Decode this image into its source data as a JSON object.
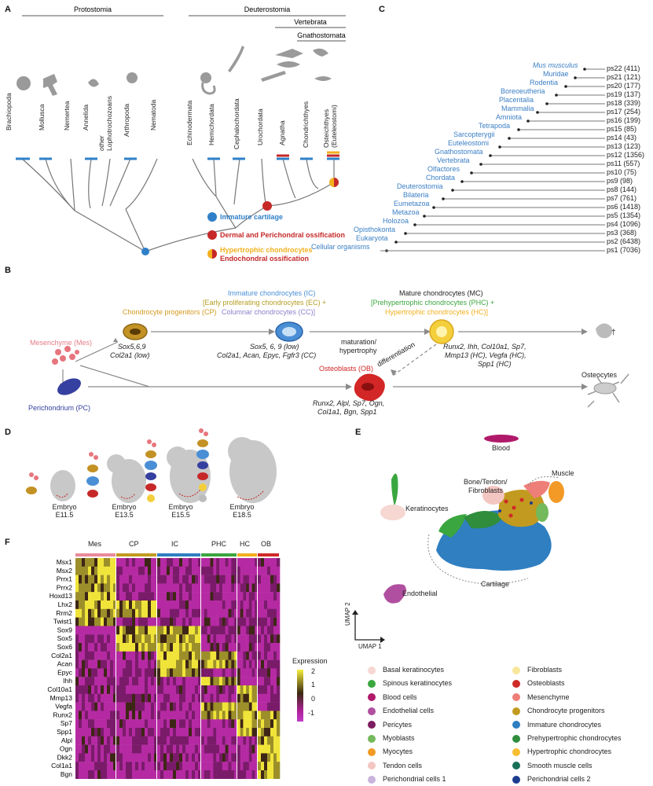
{
  "panel_labels": {
    "a": "A",
    "b": "B",
    "c": "C",
    "d": "D",
    "e": "E",
    "f": "F"
  },
  "panelA": {
    "group_labels": [
      "Protostomia",
      "Deuterostomia",
      "Vertebrata",
      "Gnathostomata"
    ],
    "taxa": [
      {
        "name": "Brachiopoda"
      },
      {
        "name": "Mollusca"
      },
      {
        "name": "Nemertea"
      },
      {
        "name": "Annelida"
      },
      {
        "name": "other Lophotrochozoans",
        "line1": "other",
        "line2": "Lophotrochozoans"
      },
      {
        "name": "Arthropoda"
      },
      {
        "name": "Nematoda"
      },
      {
        "name": "Echinodermata"
      },
      {
        "name": "Hemichordata"
      },
      {
        "name": "Cephalochordata"
      },
      {
        "name": "Urochordata"
      },
      {
        "name": "Agnatha"
      },
      {
        "name": "Chondrichthyes"
      },
      {
        "name": "Osteichthyes (Euteleostomi)",
        "line1": "Osteichthyes",
        "line2": "(Euteleostomi)"
      }
    ],
    "legend": [
      {
        "label": "Immature cartilage",
        "color": "#2f80c9"
      },
      {
        "label": "Dermal and Perichondral ossification",
        "color": "#c62828"
      },
      {
        "label": "Hypertrophic chondrocytes",
        "color": "#f2b01e"
      },
      {
        "label": "Endochondral ossification",
        "color": "#c62828"
      }
    ]
  },
  "panelC": {
    "taxa": [
      "Mus musculus",
      "Muridae",
      "Rodentia",
      "Boreoeutheria",
      "Placentalia",
      "Mammalia",
      "Amniota",
      "Tetrapoda",
      "Sarcopterygii",
      "Euteleostomi",
      "Gnathostomata",
      "Vertebrata",
      "Olfactores",
      "Chordata",
      "Deuterostomia",
      "Bilateria",
      "Eumetazoa",
      "Metazoa",
      "Holozoa",
      "Opisthokonta",
      "Eukaryota",
      "Cellular organisms"
    ],
    "phylostrata": [
      "ps22 (411)",
      "ps21 (121)",
      "ps20 (177)",
      "ps19 (137)",
      "ps18 (339)",
      "ps17 (254)",
      "ps16 (199)",
      "ps15 (85)",
      "ps14 (43)",
      "ps13 (123)",
      "ps12 (1356)",
      "ps11 (557)",
      "ps10 (75)",
      "ps9 (98)",
      "ps8 (144)",
      "ps7 (761)",
      "ps6 (1418)",
      "ps5 (1354)",
      "ps4 (1096)",
      "ps3 (368)",
      "ps2 (6438)",
      "ps1 (7036)"
    ]
  },
  "panelB": {
    "mes": "Mesenchyme (Mes)",
    "cp": "Chondrocyte progenitors (CP)",
    "cp_genes1": "Sox5,6,9",
    "cp_genes2": "Col2a1 (low)",
    "ic": "Immature chondrocytes (IC)",
    "ec": "[Early proliferating chondrocytes (EC) +",
    "cc": "Columnar chondrocytes (CC)]",
    "ic_genes1": "Sox5, 6, 9 (low)",
    "ic_genes2": "Col2a1, Acan, Epyc, Fgfr3 (CC)",
    "mc": "Mature chondrocytes (MC)",
    "phc": "[Prehypertrophic chondrocytes (PHC) +",
    "hc": "Hypertrophic chondrocytes (HC)]",
    "mc_genes1": "Runx2, Ihh, Col10a1, Sp7,",
    "mc_genes2": "Mmp13 (HC), Vegfa (HC),",
    "mc_genes3": "Spp1 (HC)",
    "maturation1": "maturation/",
    "maturation2": "hypertrophy",
    "diff": "differentiation",
    "ob": "Osteoblasts (OB)",
    "ob_genes1": "Runx2, Alpl, Sp7, Ogn,",
    "ob_genes2": "Col1a1, Bgn, Spp1",
    "pc": "Perichondrium (PC)",
    "osteocytes": "Osteocytes",
    "dagger": "†"
  },
  "panelD": {
    "embryos": [
      {
        "l1": "Embryo",
        "l2": "E11.5"
      },
      {
        "l1": "Embryo",
        "l2": "E13.5"
      },
      {
        "l1": "Embryo",
        "l2": "E15.5"
      },
      {
        "l1": "Embryo",
        "l2": "E18.5"
      }
    ]
  },
  "panelE": {
    "clusters": [
      "Blood",
      "Muscle",
      "Bone/Tendon/",
      "Fibroblasts",
      "Keratinocytes",
      "Cartilage",
      "Endothelial"
    ],
    "axis_y": "UMAP 2",
    "axis_x": "UMAP 1",
    "legend": [
      {
        "label": "Basal keratinocytes",
        "color": "#f6d7d2"
      },
      {
        "label": "Spinous keratinocytes",
        "color": "#3aa63f"
      },
      {
        "label": "Blood cells",
        "color": "#b0196a"
      },
      {
        "label": "Endothelial cells",
        "color": "#b04fa0"
      },
      {
        "label": "Pericytes",
        "color": "#7b1d5e"
      },
      {
        "label": "Myoblasts",
        "color": "#74b95c"
      },
      {
        "label": "Myocytes",
        "color": "#f29a25"
      },
      {
        "label": "Tendon cells",
        "color": "#f4c6c2"
      },
      {
        "label": "Perichondrial cells 1",
        "color": "#c9b4dc"
      },
      {
        "label": "Fibroblasts",
        "color": "#f8e79a"
      },
      {
        "label": "Osteoblasts",
        "color": "#cf2a27"
      },
      {
        "label": "Mesenchyme",
        "color": "#ee7f78"
      },
      {
        "label": "Chondrocyte progenitors",
        "color": "#c29a1f"
      },
      {
        "label": "Immature chondrocytes",
        "color": "#2f7fc1"
      },
      {
        "label": "Prehypertrophic chondrocytes",
        "color": "#2f8d3c"
      },
      {
        "label": "Hypertrophic chondrocytes",
        "color": "#f6be31"
      },
      {
        "label": "Smooth muscle cells",
        "color": "#176f58"
      },
      {
        "label": "Perichondrial cells 2",
        "color": "#1d3c8f"
      }
    ]
  },
  "panelF": {
    "groups": [
      {
        "label": "Mes",
        "color": "#e88a9b"
      },
      {
        "label": "CP",
        "color": "#c29a1f"
      },
      {
        "label": "IC",
        "color": "#2f7fc1"
      },
      {
        "label": "PHC",
        "color": "#3aa63f"
      },
      {
        "label": "HC",
        "color": "#f2b01e"
      },
      {
        "label": "OB",
        "color": "#cf2a27"
      }
    ],
    "genes": [
      "Msx1",
      "Msx2",
      "Prrx1",
      "Prrx2",
      "Hoxd13",
      "Lhx2",
      "Rrm2",
      "Twist1",
      "Sox9",
      "Sox5",
      "Sox6",
      "Col2a1",
      "Acan",
      "Epyc",
      "Ihh",
      "Col10a1",
      "Mmp13",
      "Vegfa",
      "Runx2",
      "Sp7",
      "Spp1",
      "Alpl",
      "Ogn",
      "Dkk2",
      "Col1a1",
      "Bgn"
    ],
    "colorbar_title": "Expression",
    "colorbar_ticks": [
      "2",
      "1",
      "0",
      "-1"
    ]
  }
}
